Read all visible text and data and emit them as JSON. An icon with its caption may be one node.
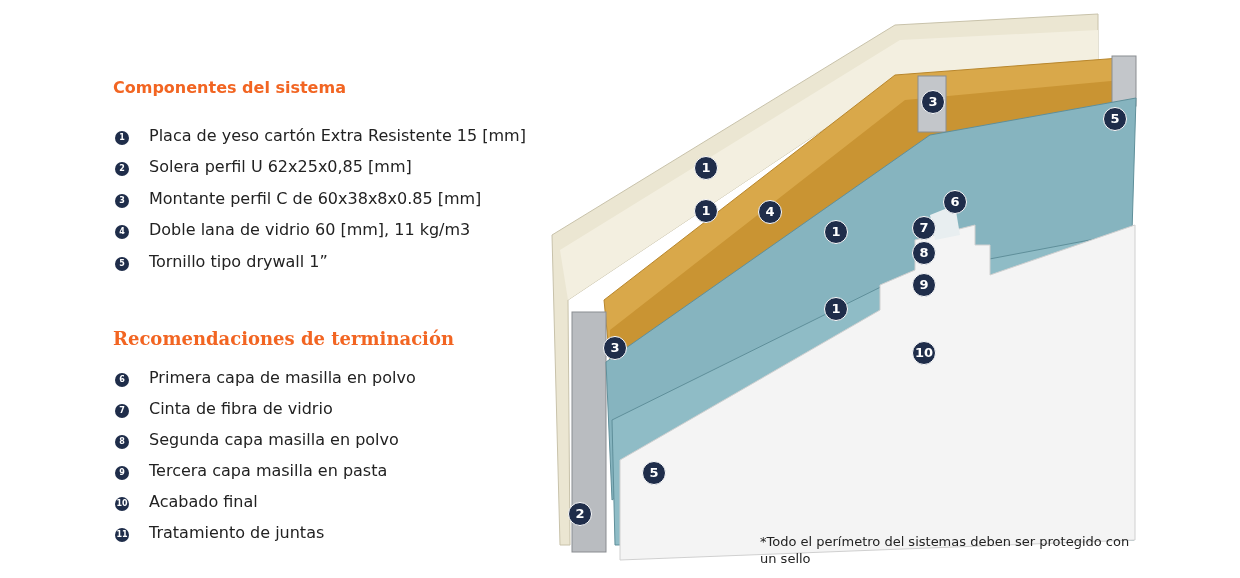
{
  "diagram": {
    "labels": [
      "Componentes del sistema",
      "1",
      "Placa de yeso cartón Extra Resistente 15 [mm]",
      "2",
      "Solera perfil U 62x25x0,85 [mm]",
      "3",
      "Montante perfil C de 60x38x8x0.85 [mm]",
      "4",
      "Doble lana de vidrio 60 [mm], 11 kg/m3",
      "5",
      "Tornillo tipo drywall 1”",
      "Recomendaciones de terminación",
      "6",
      "Primera capa de masilla en polvo",
      "7",
      "Cinta de fibra de vidrio",
      "8",
      "Segunda capa masilla en polvo",
      "9",
      "Tercera capa masilla en pasta",
      "10",
      "Acabado final",
      "11",
      "Tratamiento de juntas",
      "3",
      "5",
      "1",
      "6",
      "1",
      "4",
      "7",
      "1",
      "8",
      "9",
      "1",
      "3",
      "10",
      "5",
      "2",
      "*Todo el perímetro del sistemas deben ser protegido con un sello"
    ]
  }
}
